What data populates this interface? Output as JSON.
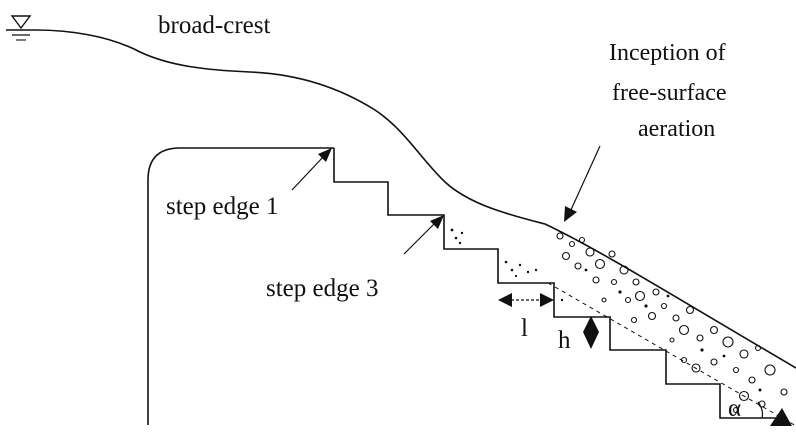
{
  "labels": {
    "broad_crest": "broad-crest",
    "inception_line1": "Inception of",
    "inception_line2": "free-surface",
    "inception_line3": "aeration",
    "step_edge_1": "step edge 1",
    "step_edge_3": "step edge 3",
    "l": "l",
    "h": "h",
    "alpha": "α"
  }
}
